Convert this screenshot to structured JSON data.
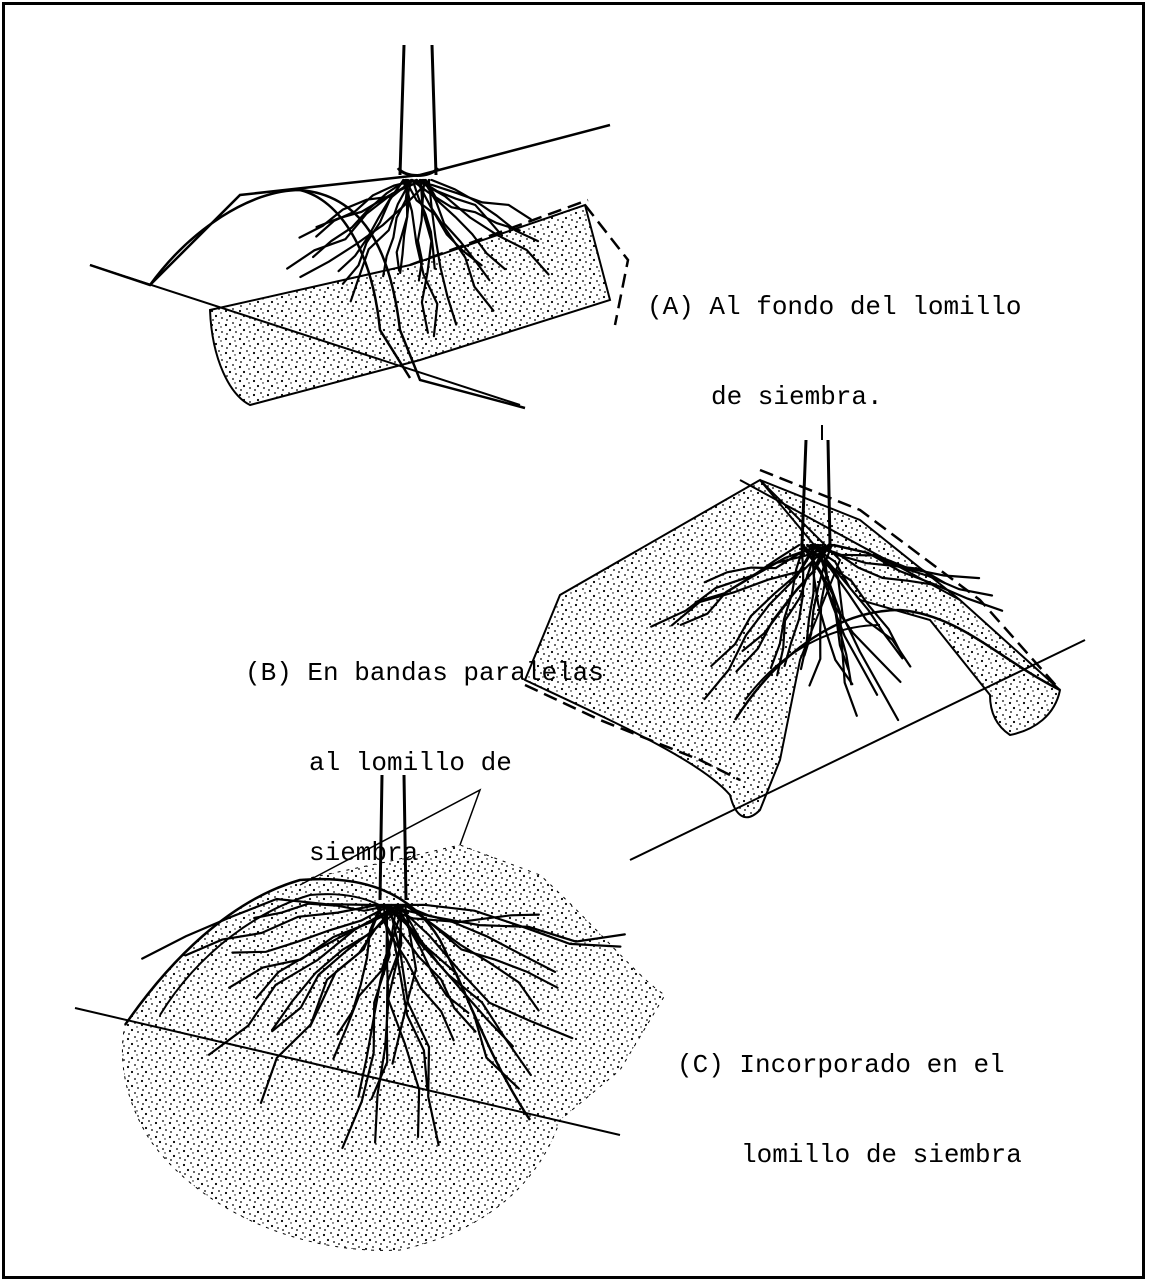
{
  "captions": {
    "a": {
      "line1": "(A) Al fondo del lomillo",
      "line2": "de siembra."
    },
    "b": {
      "line1": "(B) En bandas paralelas",
      "line2": "al lomillo de",
      "line3": "siembra"
    },
    "c": {
      "line1": "(C) Incorporado en el",
      "line2": "lomillo de siembra"
    }
  },
  "colors": {
    "ink": "#000000",
    "paper": "#ffffff"
  }
}
